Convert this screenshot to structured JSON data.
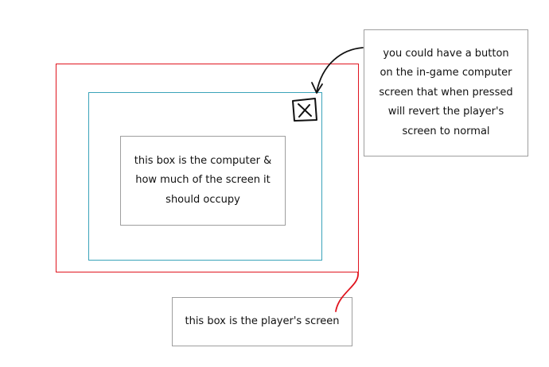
{
  "boxes": {
    "computer_label": "this box is the computer &\nhow much of the screen it\nshould occupy",
    "button_callout_label": "you could have a button\non the in-game computer\nscreen that when pressed\nwill revert the player's\nscreen to normal",
    "player_screen_label": "this box is the player's screen"
  },
  "icons": {
    "close_button": "close-x-icon"
  },
  "colors": {
    "player_screen_border": "#e0141e",
    "game_screen_border": "#3aa3b9",
    "callout_border": "#9e9e9e",
    "sketch_ink": "#111111",
    "red_arrow": "#e0141e"
  }
}
